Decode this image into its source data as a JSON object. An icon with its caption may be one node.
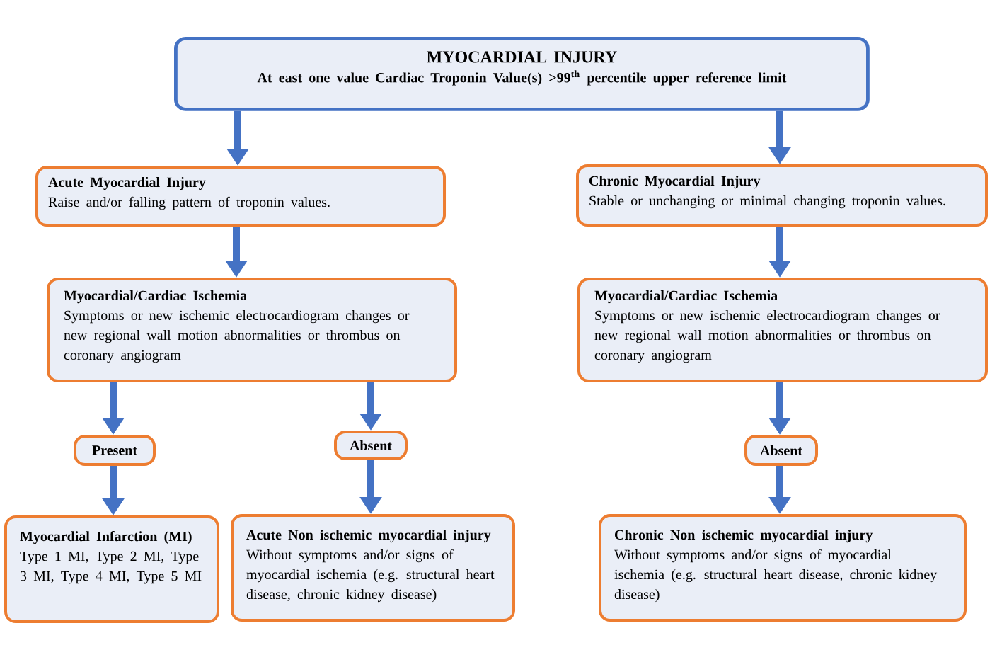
{
  "diagram": {
    "nodes": [
      {
        "text": [
          "MYOCARDIAL INJURY",
          "At east one value Cardiac Troponin Value(s) >99$^{th}$ percentile upper reference limit"
        ]
      },
      {
        "text": [
          "Acute Myocardial Injury",
          "Raise and/or falling pattern of troponin values."
        ]
      },
      {
        "text": [
          "Chronic Myocardial Injury",
          "Stable or unchanging or minimal changing troponin values."
        ]
      },
      {
        "text": [
          "Myocardial/Cardiac Ischemia",
          "Symptoms or new ischemic electrocardiogram changes or new regional wall motion abnormalities or thrombus on coronary angiogram"
        ]
      },
      {
        "text": [
          "Myocardial/Cardiac Ischemia",
          "Symptoms or new ischemic electrocardiogram changes or new regional wall motion abnormalities or thrombus on coronary angiogram"
        ]
      },
      {
        "text": [
          "Present"
        ]
      },
      {
        "text": [
          "Absent"
        ]
      },
      {
        "text": [
          "Absent"
        ]
      },
      {
        "text": [
          "Myocardial Infarction (MI)",
          "Type 1 MI, Type 2 MI, Type 3 MI, Type 4 MI, Type 5 MI"
        ]
      },
      {
        "text": [
          "Acute Non ischemic myocardial injury",
          "Without symptoms and/or signs of myocardial ischemia (e.g. structural heart disease, chronic kidney disease)"
        ]
      },
      {
        "text": [
          "Chronic Non ischemic myocardial injury",
          "Without symptoms and/or signs of myocardial ischemia (e.g. structural heart disease, chronic kidney disease)"
        ]
      }
    ],
    "edges": [
      {
        "from": 0,
        "to": 1,
        "arrow": "to"
      },
      {
        "from": 0,
        "to": 2,
        "arrow": "to"
      },
      {
        "from": 1,
        "to": 3,
        "arrow": "to"
      },
      {
        "from": 2,
        "to": 4,
        "arrow": "to"
      },
      {
        "from": 3,
        "to": 5,
        "arrow": "to"
      },
      {
        "from": 3,
        "to": 6,
        "arrow": "to"
      },
      {
        "from": 4,
        "to": 7,
        "arrow": "to"
      },
      {
        "from": 5,
        "to": 8,
        "arrow": "to"
      },
      {
        "from": 6,
        "to": 9,
        "arrow": "to"
      },
      {
        "from": 7,
        "to": 10,
        "arrow": "to"
      }
    ]
  }
}
